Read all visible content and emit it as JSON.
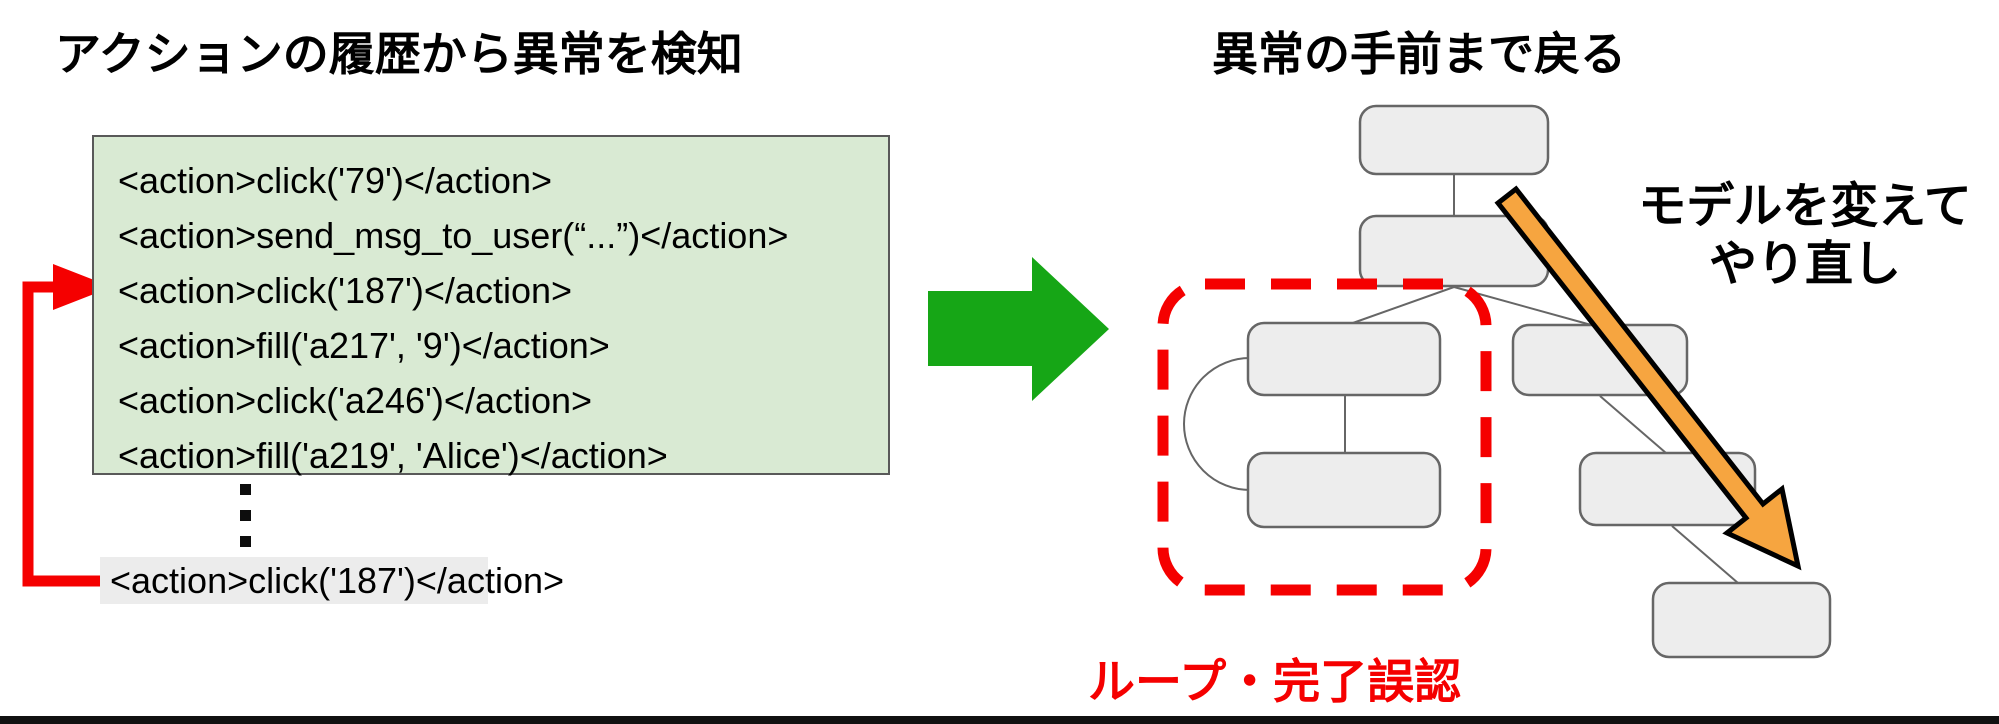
{
  "left_panel": {
    "title": "アクションの履歴から異常を検知",
    "action_log": {
      "lines": [
        "<action>click('79')</action>",
        "<action>send_msg_to_user(“...”)</action>",
        "<action>click('187')</action>",
        "<action>fill('a217', '9')</action>",
        "<action>click('a246')</action>",
        "<action>fill('a219', 'Alice')</action>"
      ],
      "ellipsis": "⋮",
      "repeated_line": "<action>click('187')</action>"
    }
  },
  "right_panel": {
    "title": "異常の手前まで戻る",
    "retry_label_line1": "モデルを変えて",
    "retry_label_line2": "やり直し",
    "loop_label": "ループ・完了誤認"
  },
  "colors": {
    "red": "#f50000",
    "green_arrow": "#16a616",
    "orange": "#f6a540",
    "code_box_bg": "#d9ead3",
    "code_box_border": "#595959",
    "node_fill": "#ededed",
    "node_stroke": "#666666",
    "highlight_bg": "#ececec",
    "bottom_bar": "#111111",
    "text": "#000000"
  }
}
